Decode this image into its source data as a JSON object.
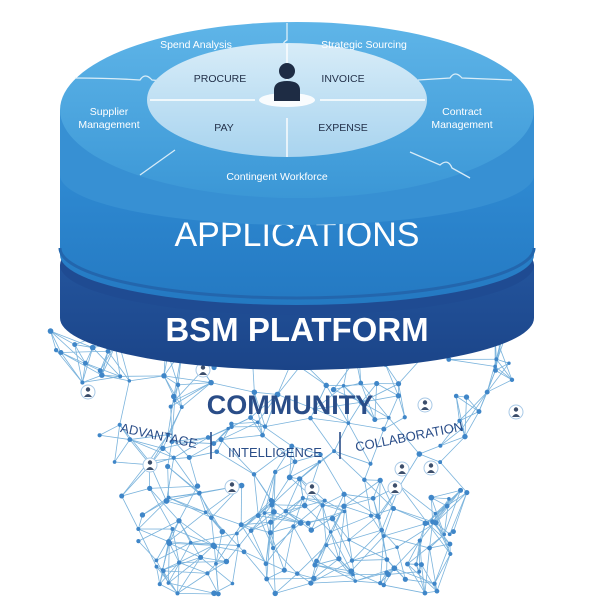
{
  "outer_ring": {
    "spend_analysis": "Spend Analysis",
    "strategic_sourcing": "Strategic Sourcing",
    "supplier_management": [
      "Supplier",
      "Management"
    ],
    "contract_management": [
      "Contract",
      "Management"
    ],
    "contingent_workforce": "Contingent Workforce"
  },
  "inner_ring": {
    "procure": "PROCURE",
    "invoice": "INVOICE",
    "pay": "PAY",
    "expense": "EXPENSE"
  },
  "layers": {
    "applications": "APPLICATIONS",
    "platform": "BSM PLATFORM",
    "community": "COMMUNITY"
  },
  "community_words": [
    "ADVANTAGE",
    "INTELLIGENCE",
    "COLLABORATION"
  ],
  "colors": {
    "top_light": "#4aa6e0",
    "top_inner": "#bfe0f4",
    "applications": "#2e86cf",
    "platform": "#1f4f97",
    "network": "#7ab3dc",
    "node": "#3f86c8",
    "person": "#1e2c44"
  }
}
